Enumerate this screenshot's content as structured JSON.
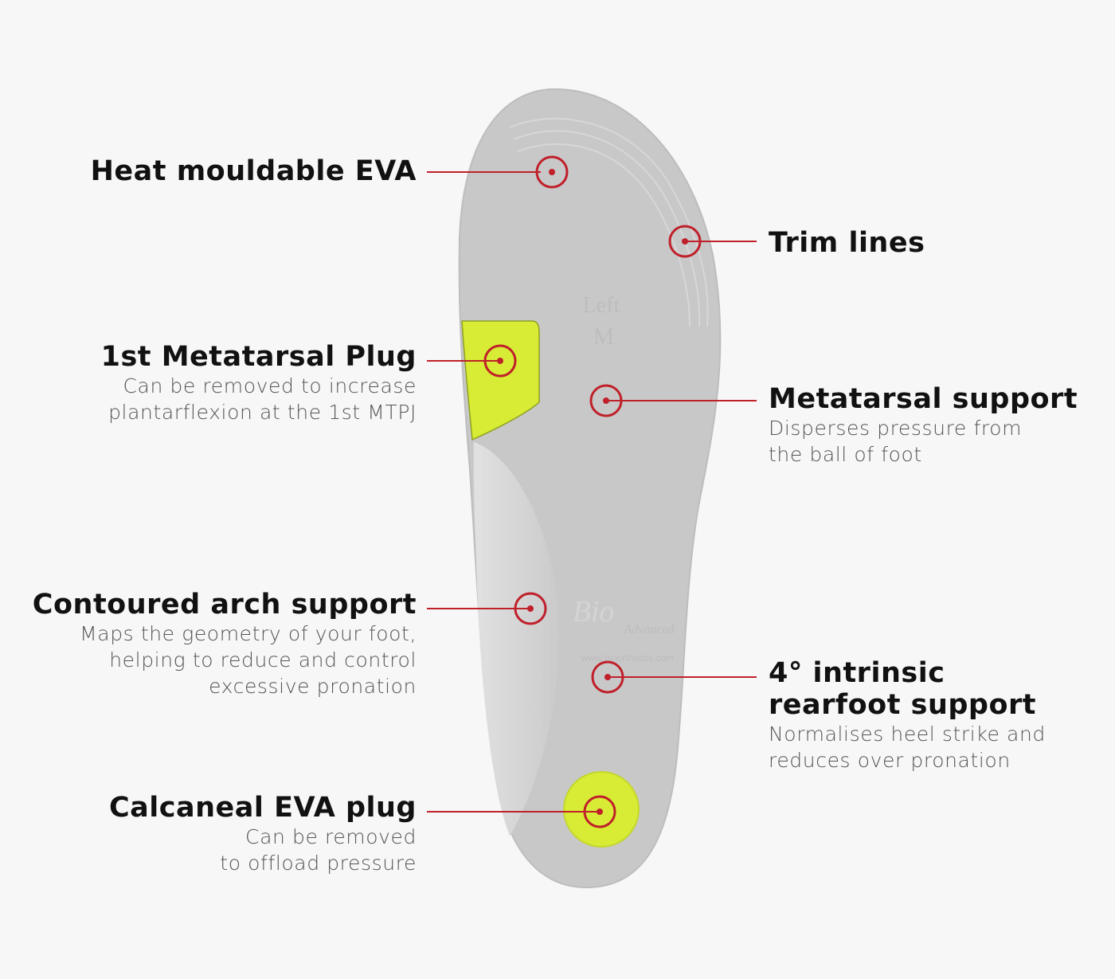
{
  "colors": {
    "background": "#f7f7f7",
    "insole": "#c8c8c8",
    "insole_edge": "#b9b9b9",
    "plug_green": "#d8ec35",
    "marker_red": "#c0202a",
    "text_dark": "#111111",
    "text_light": "#555555"
  },
  "insole_print": {
    "side": "Left",
    "size": "M",
    "brand": "Bio",
    "brand_sub": "Advanced",
    "website": "www.bioorthotics.com"
  },
  "callouts": {
    "heat_eva": {
      "title": "Heat mouldable EVA",
      "desc": ""
    },
    "metatarsal_plug": {
      "title": "1st Metatarsal Plug",
      "desc": "Can be removed to increase\nplantarflexion at the 1st MTPJ"
    },
    "arch_support": {
      "title": "Contoured arch support",
      "desc": "Maps the geometry of your foot,\nhelping to reduce and control\nexcessive pronation"
    },
    "calcaneal_plug": {
      "title": "Calcaneal EVA plug",
      "desc": "Can be removed\nto offload pressure"
    },
    "trim_lines": {
      "title": "Trim lines",
      "desc": ""
    },
    "metatarsal_support": {
      "title": "Metatarsal support",
      "desc": "Disperses pressure from\nthe ball of foot"
    },
    "rearfoot_support": {
      "title": "4° intrinsic\nrearfoot support",
      "desc": "Normalises heel strike and\nreduces over pronation"
    }
  }
}
